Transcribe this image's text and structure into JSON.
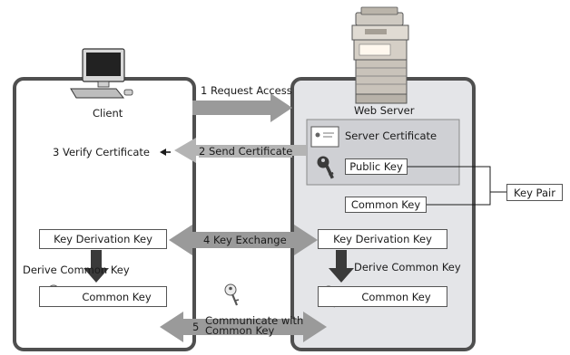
{
  "client": {
    "label": "Client",
    "verify_label": "3  Verify Certificate",
    "key_derivation_label": "Key Derivation Key",
    "derive_label": "Derive Common Key",
    "common_key_label": "Common Key"
  },
  "server": {
    "label": "Web Server",
    "certificate_label": "Server Certificate",
    "public_key_label": "Public Key",
    "common_key_label": "Common Key",
    "key_derivation_label": "Key Derivation Key",
    "derive_label": "Derive Common Key",
    "common_key_bottom_label": "Common Key"
  },
  "key_pair_label": "Key Pair",
  "steps": {
    "request_access": "1 Request Access",
    "send_certificate": "2 Send Certificate",
    "key_exchange": "4  Key Exchange",
    "communicate_num": "5",
    "communicate_line1": "Communicate with",
    "communicate_line2": "Common Key"
  },
  "colors": {
    "panel_border": "#555555",
    "server_fill": "#e4e5e8",
    "cert_area": "#cfd0d4",
    "arrow_gray": "#9a9a9a",
    "arrow_dark": "#3a3a3a"
  }
}
